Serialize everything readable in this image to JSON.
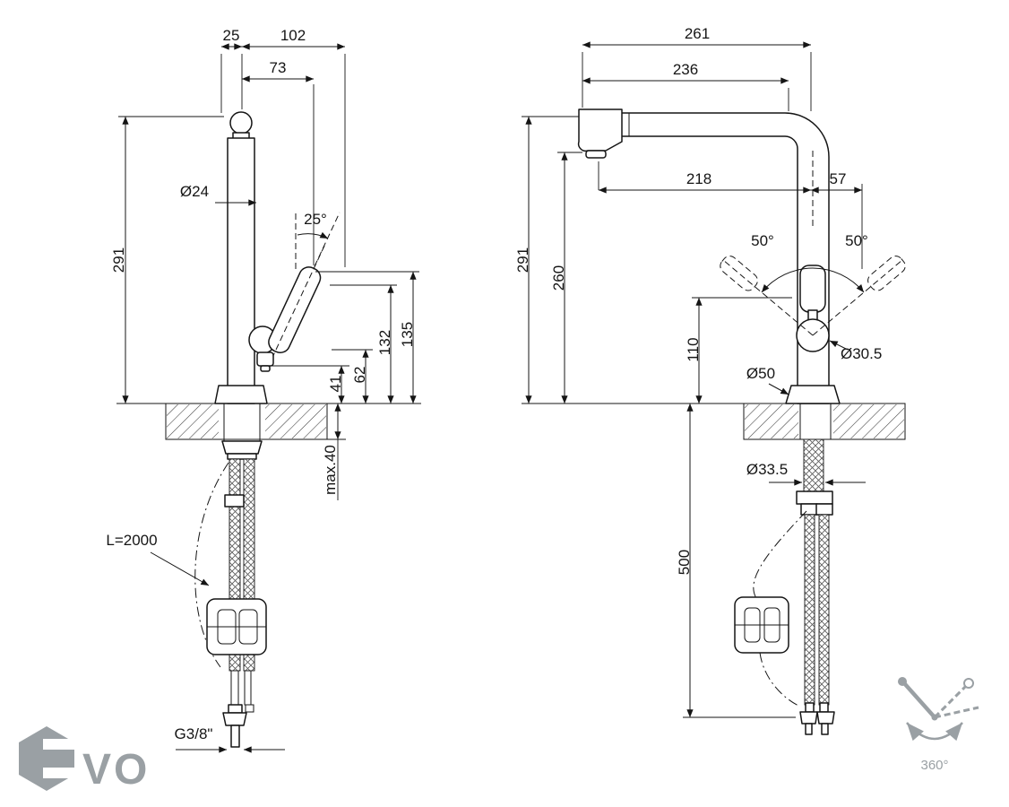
{
  "colors": {
    "line": "#151515",
    "muted": "#9aa0a4"
  },
  "side_view": {
    "dim_25": "25",
    "dim_102": "102",
    "dim_73": "73",
    "dia_24": "Ø24",
    "angle_25": "25°",
    "dim_291": "291",
    "dim_132": "132",
    "dim_135": "135",
    "dim_62": "62",
    "dim_41": "41",
    "dim_max40": "max.40",
    "hose_length": "L=2000",
    "thread": "G3/8\""
  },
  "front_view": {
    "dim_261": "261",
    "dim_236": "236",
    "dim_218": "218",
    "dim_57": "57",
    "dim_291": "291",
    "dim_260": "260",
    "dim_110": "110",
    "angle_left_50": "50°",
    "angle_right_50": "50°",
    "dia_30_5": "Ø30.5",
    "dia_50": "Ø50",
    "dia_33_5": "Ø33.5",
    "dim_500": "500"
  },
  "footer": {
    "rotation": "360°",
    "logo_text": "VO"
  }
}
